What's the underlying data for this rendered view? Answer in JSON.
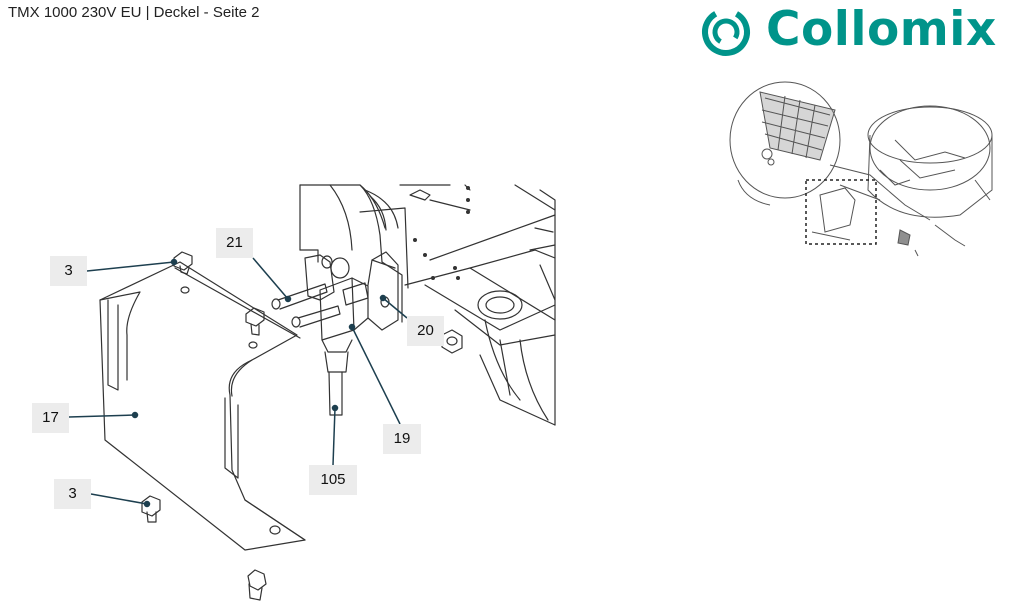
{
  "document": {
    "title": "TMX 1000 230V EU | Deckel - Seite 2"
  },
  "brand": {
    "name": "Collomix",
    "color": "#00948a"
  },
  "callouts": [
    {
      "id": "c3a",
      "label": "3"
    },
    {
      "id": "c21",
      "label": "21"
    },
    {
      "id": "c20",
      "label": "20"
    },
    {
      "id": "c17",
      "label": "17"
    },
    {
      "id": "c19",
      "label": "19"
    },
    {
      "id": "c105",
      "label": "105"
    },
    {
      "id": "c3b",
      "label": "3"
    }
  ],
  "colors": {
    "leader": "#1d3f4f",
    "line": "#333333",
    "label_bg": "#ececec"
  }
}
